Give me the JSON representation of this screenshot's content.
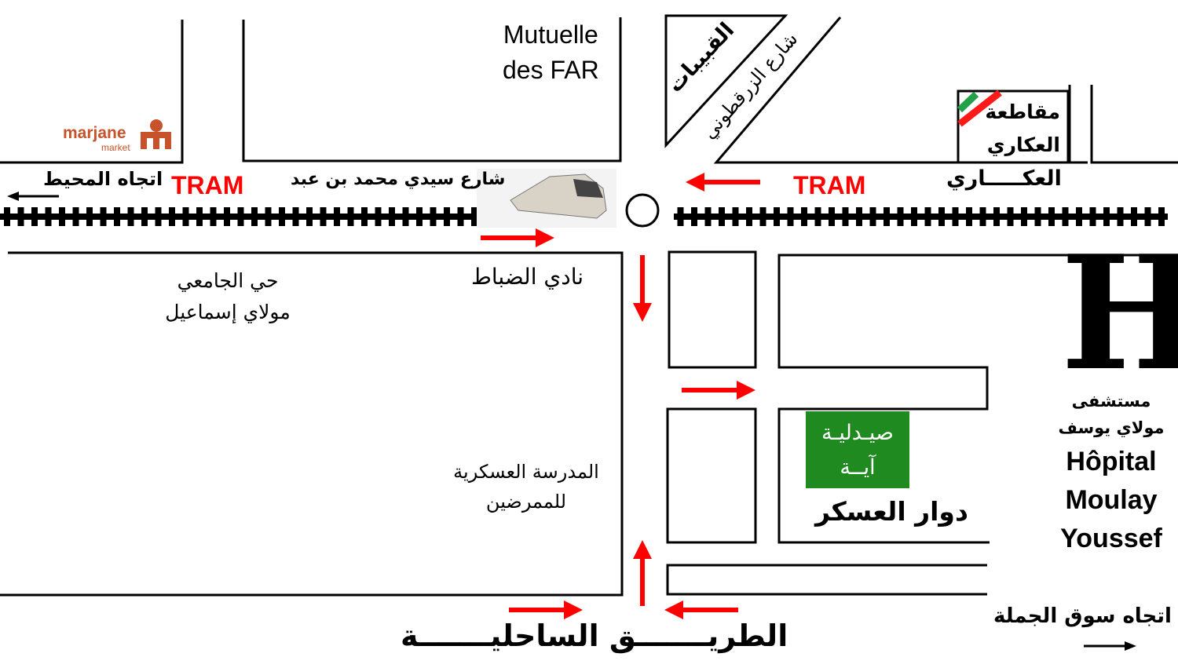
{
  "colors": {
    "road": "#000000",
    "arrow": "#ff0000",
    "pharmacy": "#1f8a1f",
    "marjane": "#c8532b",
    "logo_green": "#22a04a",
    "logo_red": "#ff1a1a"
  },
  "logos": {
    "marjane": {
      "name": "marjane",
      "sub": "market"
    }
  },
  "labels": {
    "mutuelle": [
      "Mutuelle",
      "des FAR"
    ],
    "qubibat": "القبيبات",
    "zerktouni": "شارع الزرقطوني",
    "moukataa": [
      "مقاطعة",
      "العكاري"
    ],
    "akkari_street": "العكـــــاري",
    "direction_mohit": "اتجاه المحيط",
    "tram_left": "TRAM",
    "tram_right": "TRAM",
    "street_mohamed": "شارع سيدي محمد بن عبد",
    "hay_jamai": [
      "حي الجامعي",
      "مولاي إسماعيل"
    ],
    "nadi_dobbat": "نادي الضباط",
    "ecole": [
      "المدرسة العسكرية",
      "للممرضين"
    ],
    "pharmacy": [
      "صيـدليـة",
      "آيــة"
    ],
    "douar_askar": "دوار العسكر",
    "hospital_letter": "H",
    "hospital_ar": [
      "مستشفى",
      "مولاي يوسف"
    ],
    "hospital_fr": [
      "Hôpital",
      "Moulay",
      "Youssef"
    ],
    "direction_souk": "اتجاه سوق الجملة",
    "coastal_road": "الطريـــــــق الساحليـــــــة"
  }
}
